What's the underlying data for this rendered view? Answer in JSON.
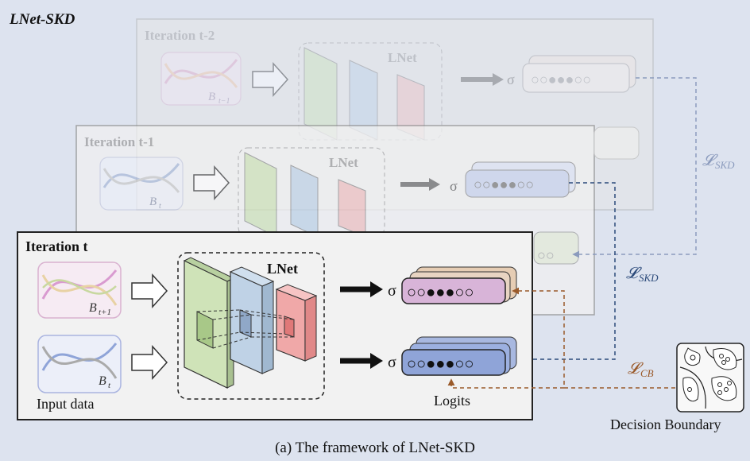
{
  "title": "LNet-SKD",
  "iterations": {
    "t2": {
      "label": "Iteration t-2",
      "net": "LNet",
      "batch": "B",
      "batch_sub": "t−1"
    },
    "t1": {
      "label": "Iteration t-1",
      "net": "LNet",
      "batch": "B",
      "batch_sub": "t"
    },
    "t": {
      "label": "Iteration t",
      "net": "LNet",
      "batch_top": "B",
      "batch_top_sub": "t+1",
      "batch_bottom": "B",
      "batch_bottom_sub": "t"
    }
  },
  "sigma": "σ",
  "input_label": "Input data",
  "logits_label": "Logits",
  "losses": {
    "skd_far": "𝓛",
    "skd_far_sub": "SKD",
    "skd_near": "𝓛",
    "skd_near_sub": "SKD",
    "cb": "𝓛",
    "cb_sub": "CB"
  },
  "decision_boundary_label": "Decision Boundary",
  "caption": "(a)  The framework of LNet-SKD",
  "colors": {
    "skd_far": "#8b9bbd",
    "skd_near": "#2b4a7a",
    "cb": "#9a5a2a",
    "logit_top": "#d8b4d8",
    "logit_bottom": "#8fa4d8",
    "conv1": "#cfe3b8",
    "conv2": "#bfd2e6",
    "conv3": "#f0a8a8"
  }
}
